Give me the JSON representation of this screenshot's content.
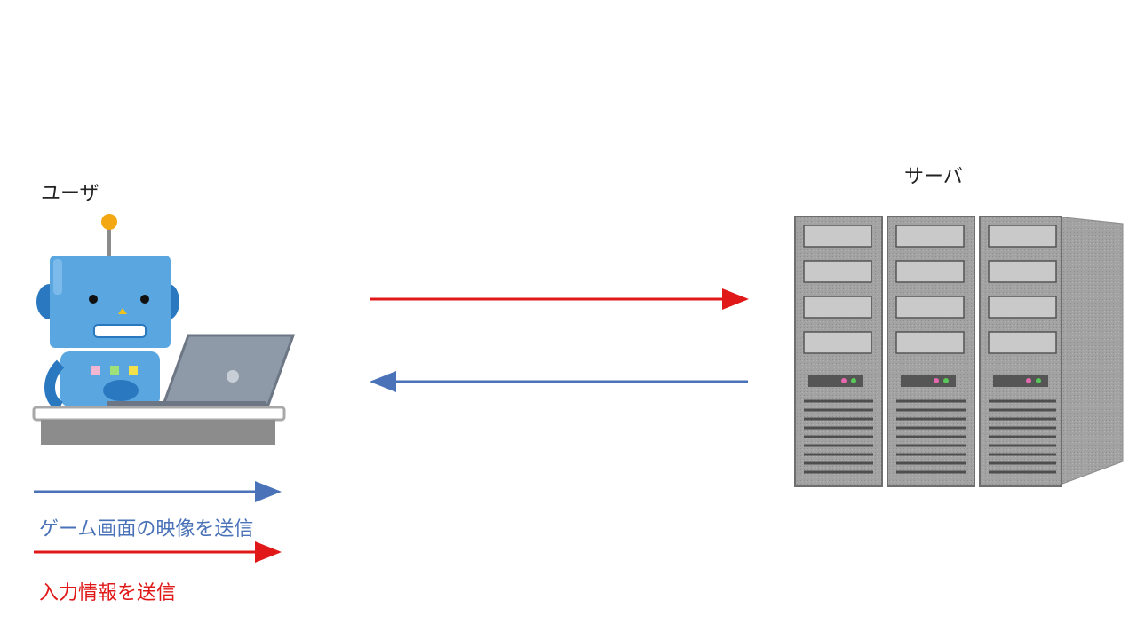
{
  "labels": {
    "user": "ユーザ",
    "server": "サーバ"
  },
  "legend": {
    "video": {
      "text": "ゲーム画面の映像を送信",
      "color": "#4a72b8"
    },
    "input": {
      "text": "入力情報を送信",
      "color": "#e01818"
    }
  },
  "colors": {
    "robot_body": "#5aa6e0",
    "robot_dark": "#2a78c0",
    "laptop": "#8f9aa8",
    "server": "#9a9a9a"
  },
  "icons": [
    "robot-user-icon",
    "laptop-icon",
    "server-rack-icon"
  ]
}
